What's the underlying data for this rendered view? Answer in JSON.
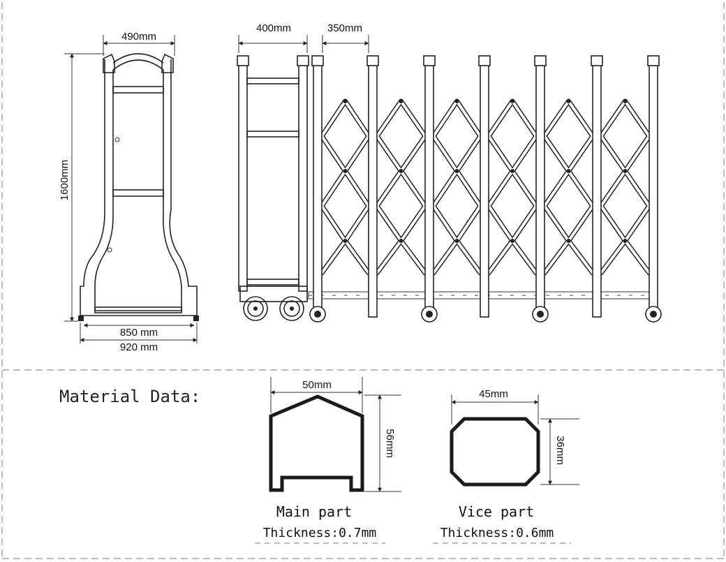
{
  "gate": {
    "dims": {
      "width_top": "490mm",
      "height": "1600mm",
      "width_inner_base": "850 mm",
      "width_outer_base": "920 mm",
      "head_section": "400mm",
      "pitch": "350mm"
    },
    "wheel_counts": {
      "head_wheels": 2,
      "section_posts": 7
    }
  },
  "material": {
    "heading": "Material Data:",
    "main": {
      "width": "50mm",
      "height": "56mm",
      "name": "Main part",
      "thickness": "Thickness:0.7mm"
    },
    "vice": {
      "width": "45mm",
      "height": "36mm",
      "name": "Vice part",
      "thickness": "Thickness:0.6mm"
    }
  },
  "colors": {
    "line": "#222222",
    "border": "#bbbbbb"
  }
}
